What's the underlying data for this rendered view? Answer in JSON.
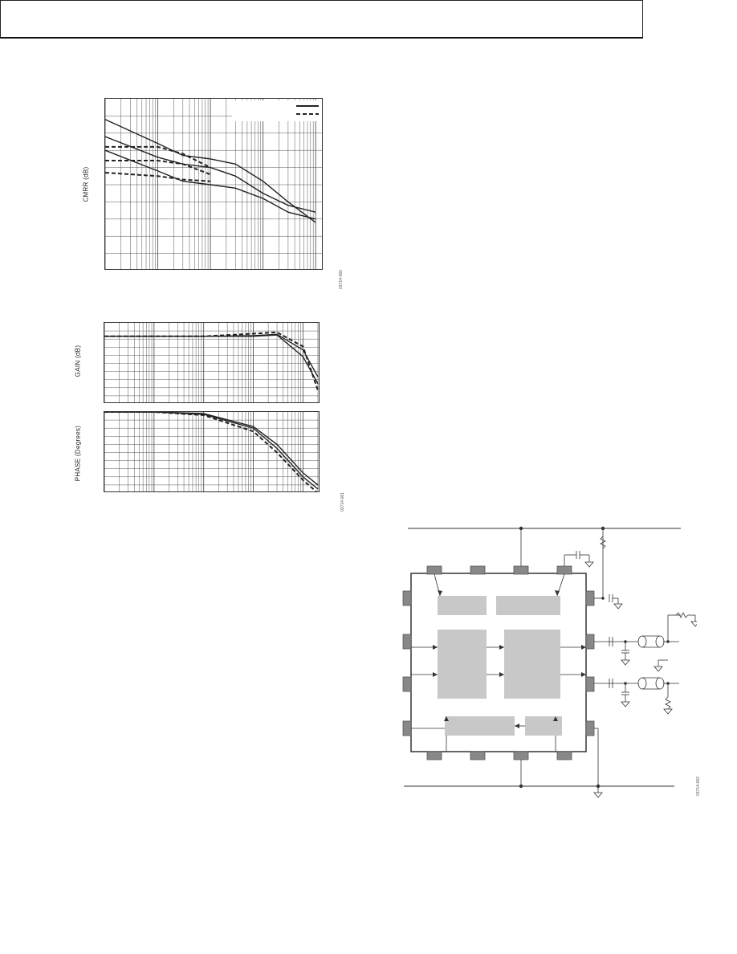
{
  "page": {
    "header": ""
  },
  "figures": {
    "cmrr": {
      "ylabel": "CMRR (dB)",
      "fig_id": "03714-060"
    },
    "gain_phase": {
      "gain_ylabel": "GAIN (dB)",
      "phase_ylabel": "PHASE (Degrees)",
      "fig_id": "03714-061"
    },
    "block": {
      "fig_id": "03714-062"
    }
  },
  "chart_data": [
    {
      "type": "line",
      "ylabel": "CMRR (dB)",
      "xscale": "log",
      "x": [
        1,
        10,
        30,
        100,
        300,
        1000,
        3000,
        10000
      ],
      "series": [
        {
          "style": "solid",
          "values": [
            78,
            66,
            62,
            60,
            55,
            45,
            38,
            34
          ]
        },
        {
          "style": "solid",
          "values": [
            70,
            58,
            52,
            50,
            48,
            42,
            34,
            30
          ]
        },
        {
          "style": "solid",
          "values": [
            88,
            74,
            67,
            65,
            62,
            52,
            40,
            28
          ]
        },
        {
          "style": "dashed",
          "values": [
            72,
            72,
            68,
            60
          ]
        },
        {
          "style": "dashed",
          "values": [
            64,
            64,
            62,
            56
          ]
        },
        {
          "style": "dashed",
          "values": [
            57,
            55,
            53,
            52
          ]
        }
      ],
      "ylim": [
        0,
        100
      ],
      "grid": true
    },
    {
      "type": "line",
      "ylabel": "GAIN (dB)",
      "xscale": "log",
      "x": [
        1,
        10,
        100,
        1000,
        3000,
        10000,
        20000
      ],
      "series": [
        {
          "style": "solid",
          "values": [
            0,
            0,
            0,
            0,
            0.2,
            -3,
            -7
          ]
        },
        {
          "style": "solid",
          "values": [
            0,
            0,
            0,
            0.1,
            0.3,
            -2,
            -6
          ]
        },
        {
          "style": "dashed",
          "values": [
            0,
            0,
            0,
            0.4,
            0.6,
            -1.5,
            -8
          ]
        }
      ],
      "ylim": [
        -10,
        2
      ],
      "grid": true
    },
    {
      "type": "line",
      "ylabel": "PHASE (Degrees)",
      "xscale": "log",
      "x": [
        1,
        10,
        100,
        1000,
        3000,
        10000,
        20000
      ],
      "series": [
        {
          "style": "solid",
          "values": [
            0,
            0,
            -3,
            -20,
            -45,
            -80,
            -95
          ]
        },
        {
          "style": "solid",
          "values": [
            0,
            0,
            -2,
            -18,
            -40,
            -75,
            -90
          ]
        },
        {
          "style": "dashed",
          "values": [
            0,
            0,
            -4,
            -24,
            -50,
            -84,
            -100
          ]
        }
      ],
      "ylim": [
        -100,
        0
      ],
      "grid": true
    }
  ]
}
